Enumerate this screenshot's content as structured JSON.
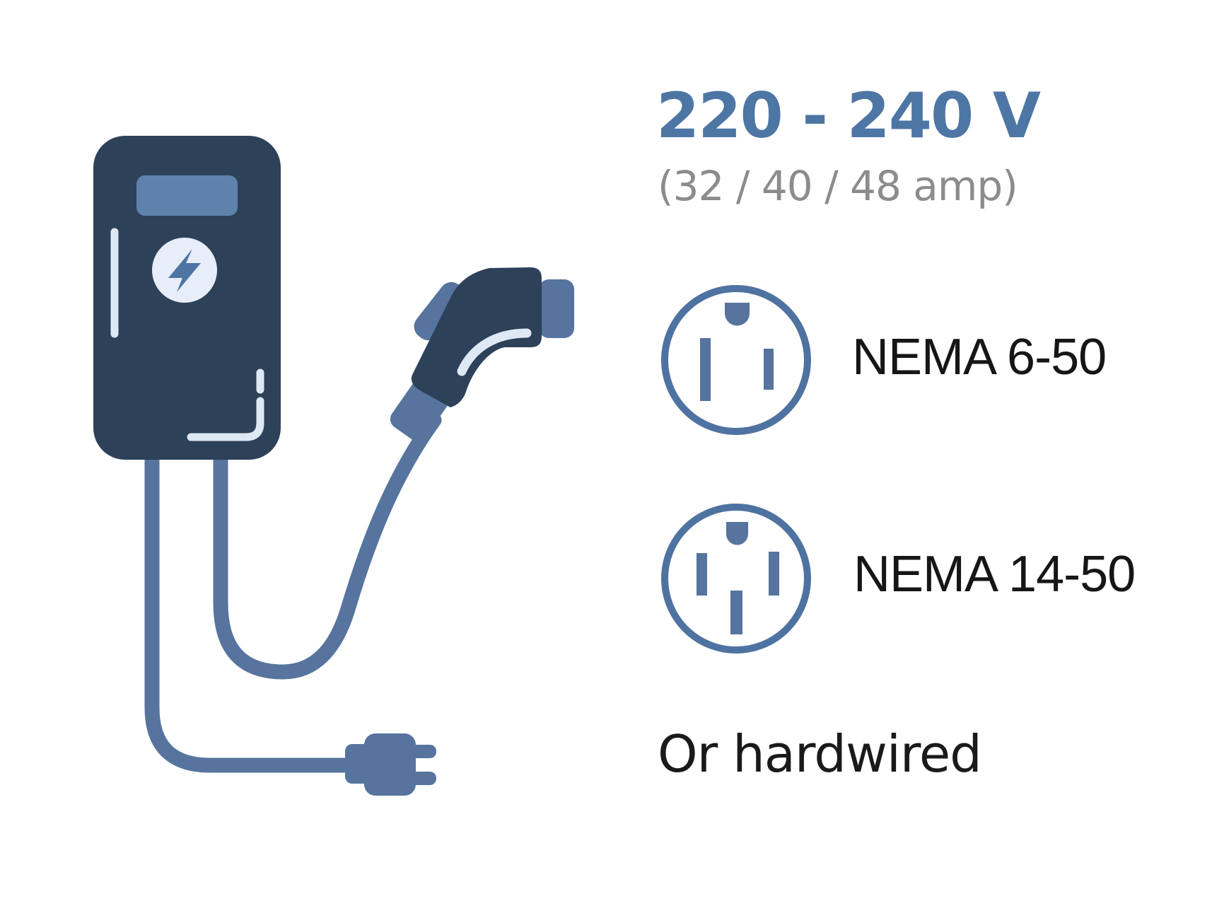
{
  "spec": {
    "voltage": "220 - 240 V",
    "amperage": "(32 / 40 / 48 amp)"
  },
  "outlets": [
    {
      "label": "NEMA 6-50",
      "icon": "nema-6-50-outlet-icon"
    },
    {
      "label": "NEMA 14-50",
      "icon": "nema-14-50-outlet-icon"
    }
  ],
  "alternative": "Or hardwired",
  "illustration": {
    "name": "level-2-ev-wall-charger-with-connector-and-plug",
    "icons": [
      "lightning-bolt-icon",
      "charging-connector-icon",
      "power-plug-icon"
    ]
  },
  "colors": {
    "charger_body": "#2d4159",
    "cable_and_plug": "#56749e",
    "screen": "#5f82ad",
    "highlight": "#dfe9f6",
    "heading_blue": "#4d76a4",
    "subtitle_gray": "#8c8c8c",
    "text_black": "#1a1a1a",
    "outlet_stroke": "#4f73a1"
  }
}
